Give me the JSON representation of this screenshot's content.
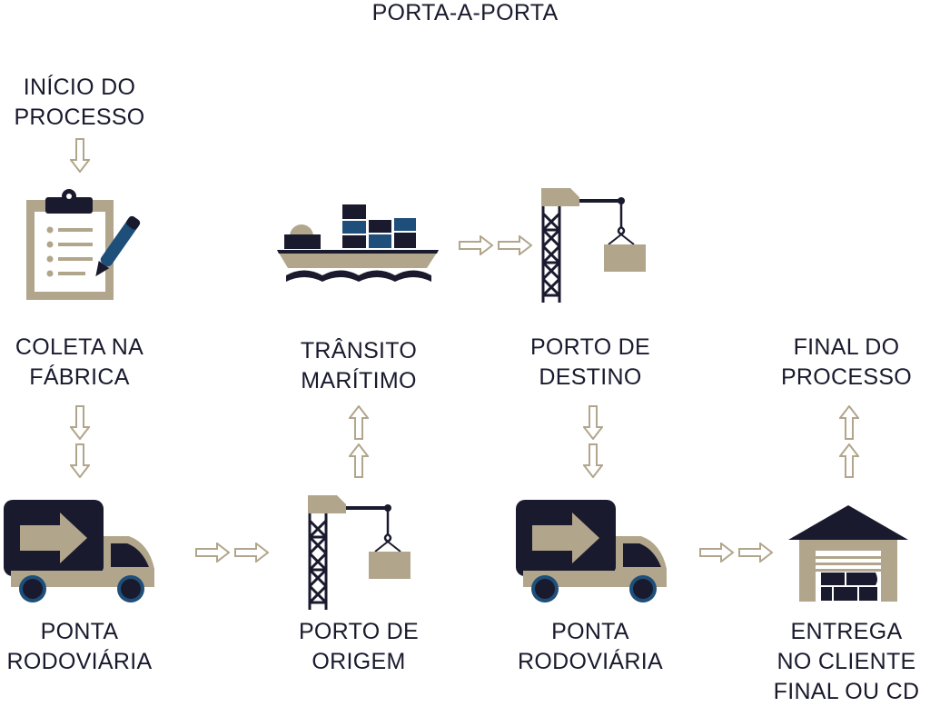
{
  "title": "PORTA-A-PORTA",
  "steps": {
    "inicio": [
      "INÍCIO DO",
      "PROCESSO"
    ],
    "coleta": [
      "COLETA NA",
      "FÁBRICA"
    ],
    "ponta1": [
      "PONTA",
      "RODOVIÁRIA"
    ],
    "porto_origem": [
      "PORTO DE",
      "ORIGEM"
    ],
    "transito": [
      "TRÂNSITO",
      "MARÍTIMO"
    ],
    "porto_destino": [
      "PORTO DE",
      "DESTINO"
    ],
    "ponta2": [
      "PONTA",
      "RODOVIÁRIA"
    ],
    "entrega": [
      "ENTREGA",
      "NO CLIENTE",
      "FINAL OU CD"
    ],
    "final": [
      "FINAL DO",
      "PROCESSO"
    ]
  },
  "icons": [
    "clipboard-pen-icon",
    "cargo-ship-icon",
    "crane-icon",
    "truck-icon",
    "warehouse-icon"
  ],
  "colors": {
    "navy": "#1a1a2e",
    "tan": "#b1a68c",
    "blue": "#1e4f7a",
    "arrow_outline": "#b1a68c"
  }
}
